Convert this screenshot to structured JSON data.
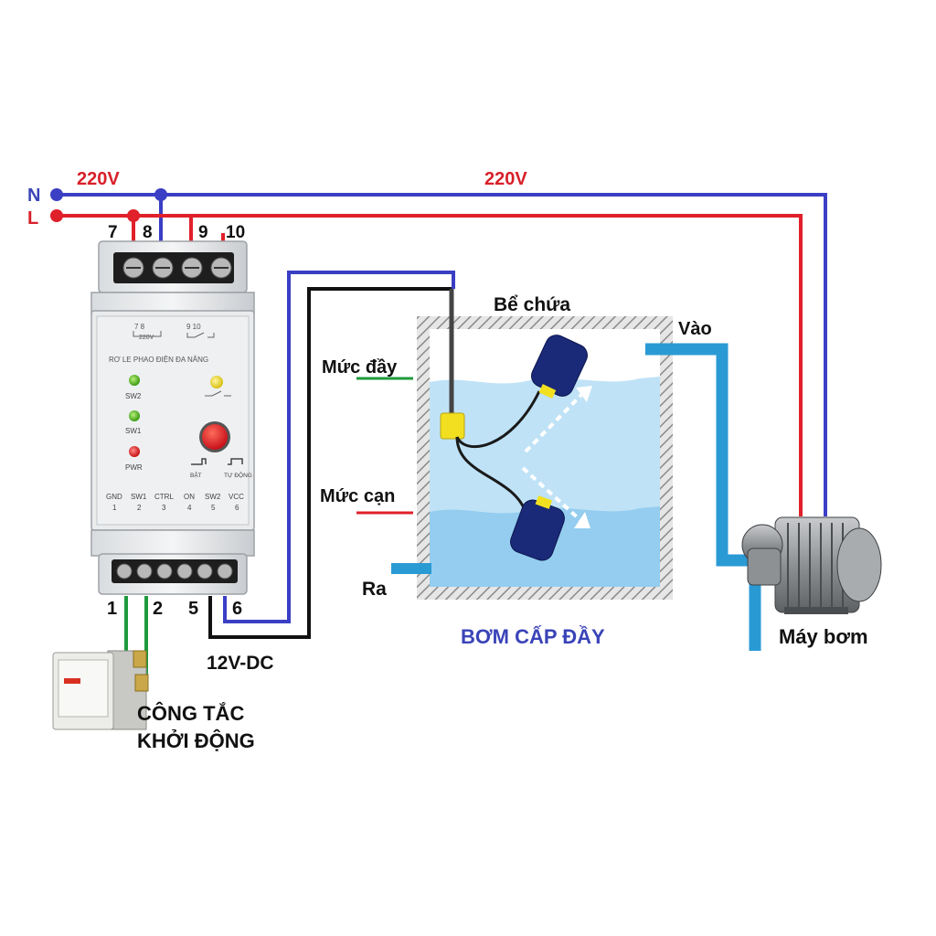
{
  "power": {
    "neutral_label": "N",
    "line_label": "L",
    "voltage_left": "220V",
    "voltage_right": "220V"
  },
  "relay": {
    "top_terminals": [
      "7",
      "8",
      "9",
      "10"
    ],
    "face_top_left": "7   8",
    "face_top_left_sub": "220V",
    "face_top_right": "9   10",
    "face_title": "RƠ LE PHAO ĐIỆN ĐA NĂNG",
    "led_sw2": "SW2",
    "led_sw1": "SW1",
    "led_pwr": "PWR",
    "switch_bat": "BẬT",
    "switch_tudong": "TỰ ĐỘNG",
    "bottom_names": [
      "GND",
      "SW1",
      "CTRL",
      "ON",
      "SW2",
      "VCC"
    ],
    "bottom_numbers": [
      "1",
      "2",
      "3",
      "4",
      "5",
      "6"
    ],
    "bottom_terminal_labels": [
      "1",
      "2",
      "5",
      "6"
    ]
  },
  "labels": {
    "dc_supply": "12V-DC",
    "start_switch_line1": "CÔNG TẮC",
    "start_switch_line2": "KHỞI ĐỘNG",
    "full_level": "Mức đầy",
    "low_level": "Mức cạn",
    "outlet": "Ra",
    "tank": "Bể chứa",
    "inlet": "Vào",
    "mode_title": "BƠM CẤP ĐẦY",
    "pump": "Máy bơm"
  },
  "colors": {
    "neutral_wire": "#3a3fc4",
    "line_wire": "#e0202a",
    "red_text": "#d8202a",
    "blue_text": "#3a44b8",
    "green_wire": "#1e9a3c",
    "water": "#a8d8f2",
    "pipe": "#2a9ad4",
    "float": "#1a2a78"
  }
}
